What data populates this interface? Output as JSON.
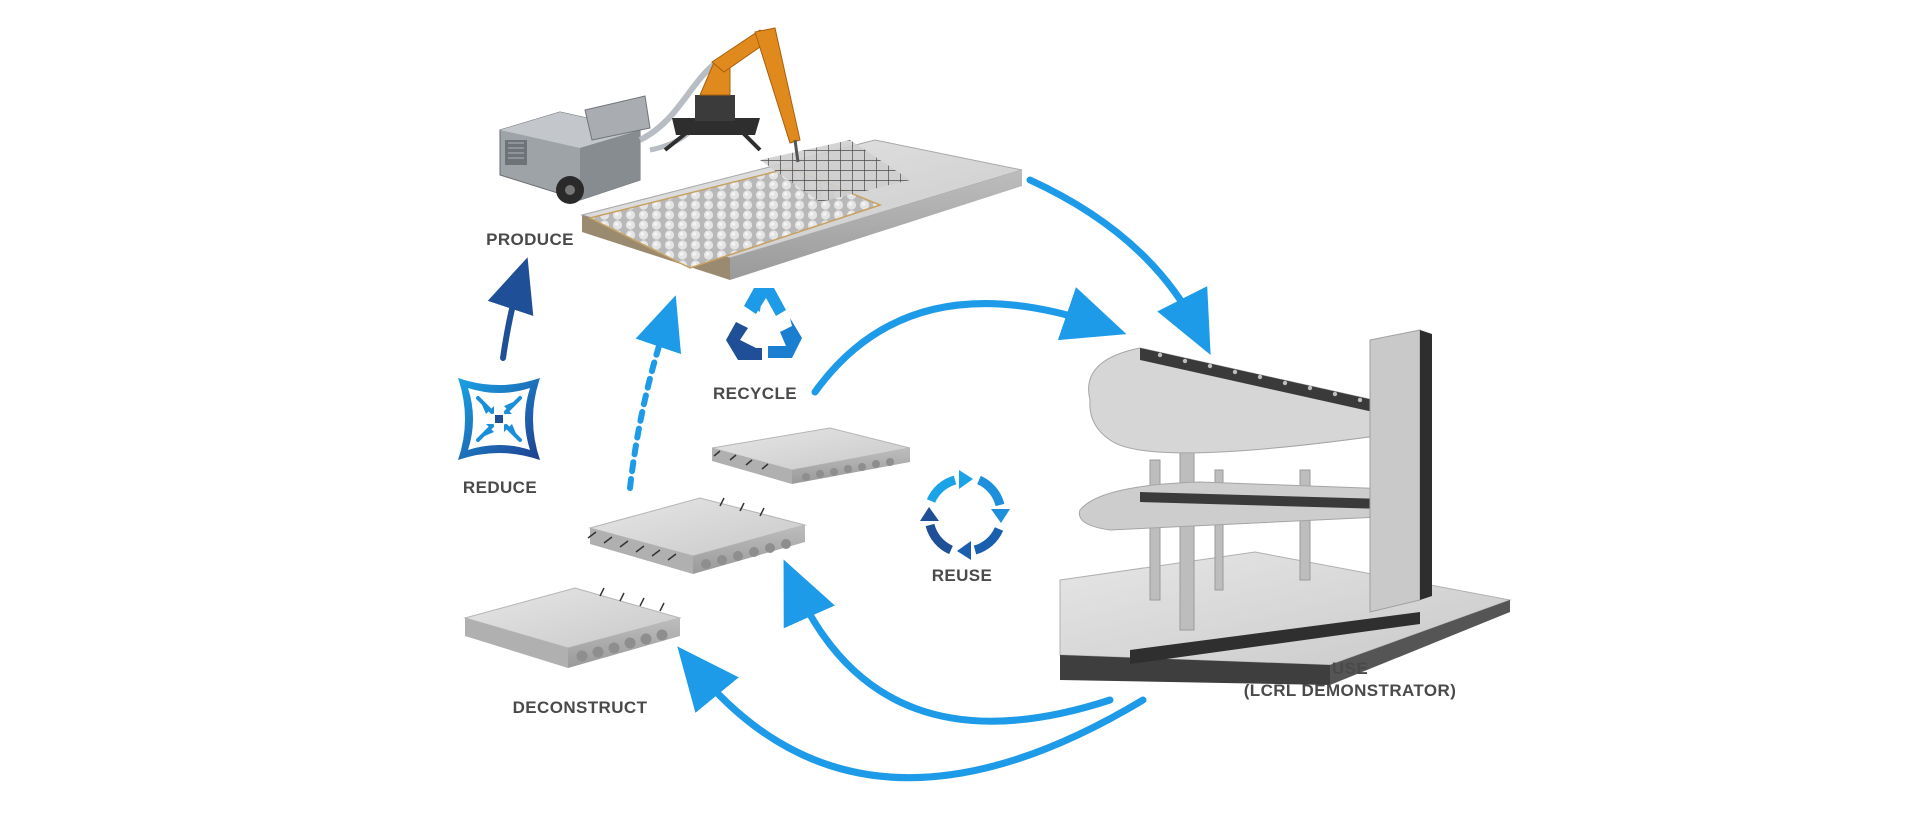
{
  "labels": {
    "produce": "PRODUCE",
    "reduce": "REDUCE",
    "recycle": "RECYCLE",
    "reuse": "REUSE",
    "deconstruct": "DECONSTRUCT",
    "use_line1": "USE",
    "use_line2": "(LCRL DEMONSTRATOR)"
  },
  "icons": {
    "reduce": "reduce-arrows-icon",
    "recycle": "recycle-icon",
    "reuse": "reuse-cycle-icon"
  },
  "colors": {
    "arrow_light": "#1e9be8",
    "arrow_dark": "#1f4f96",
    "label": "#4a4a4a",
    "concrete": "#cfcfcf",
    "robot": "#e08a1e"
  }
}
